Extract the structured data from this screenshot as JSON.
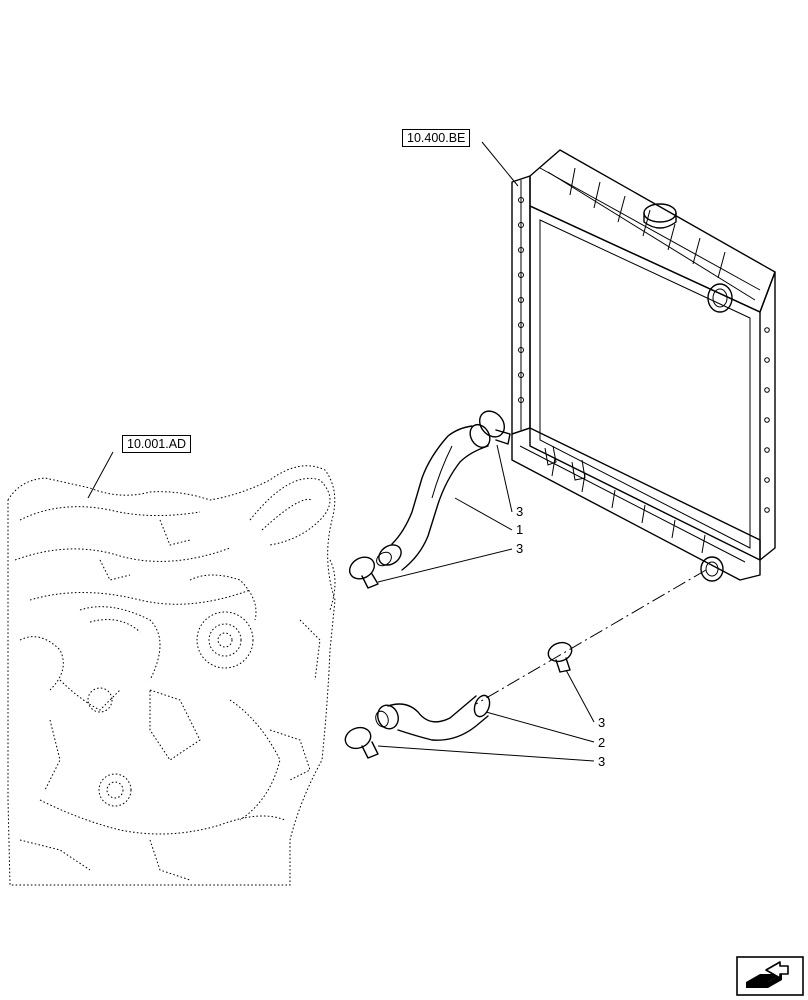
{
  "references": {
    "radiator_ref": "10.400.BE",
    "engine_ref": "10.001.AD"
  },
  "callouts": {
    "upper_clamp_top": "3",
    "upper_hose": "1",
    "upper_clamp_bottom": "3",
    "lower_clamp_top": "3",
    "lower_hose": "2",
    "lower_clamp_bottom": "3"
  },
  "icons": {
    "nav": "next-page-arrow-icon"
  }
}
